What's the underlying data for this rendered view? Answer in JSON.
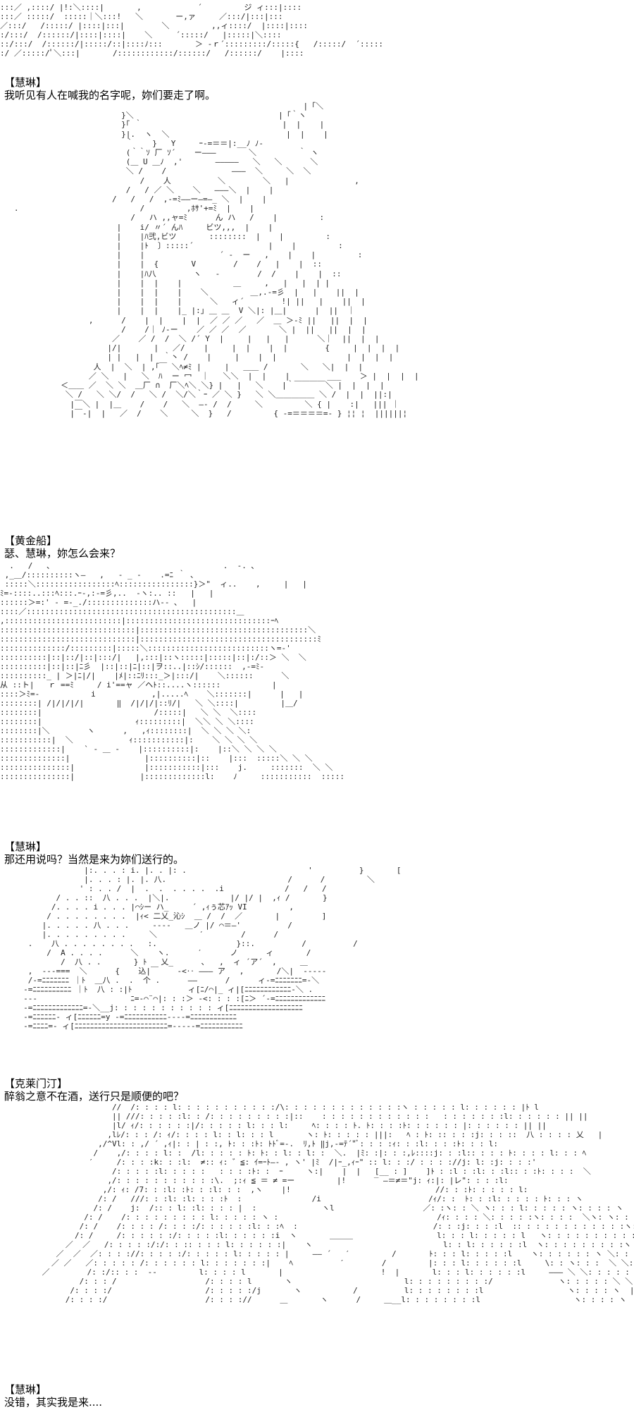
{
  "dialogue": [
    {
      "speaker": "【慧琳】",
      "line": "我听见有人在喊我的名字呢，妳们要走了啊。"
    },
    {
      "speaker": "【黄金船】",
      "line": "瑟、慧琳，妳怎么会来？"
    },
    {
      "speaker": "【慧琳】",
      "line": "那还用说吗？当然是来为妳们送行的。"
    },
    {
      "speaker": "【克莱门汀】",
      "line": "醉翁之意不在酒，送行只是顺便的吧？"
    },
    {
      "speaker": "【慧琳】",
      "line": "没错，其实我是来...."
    }
  ]
}
